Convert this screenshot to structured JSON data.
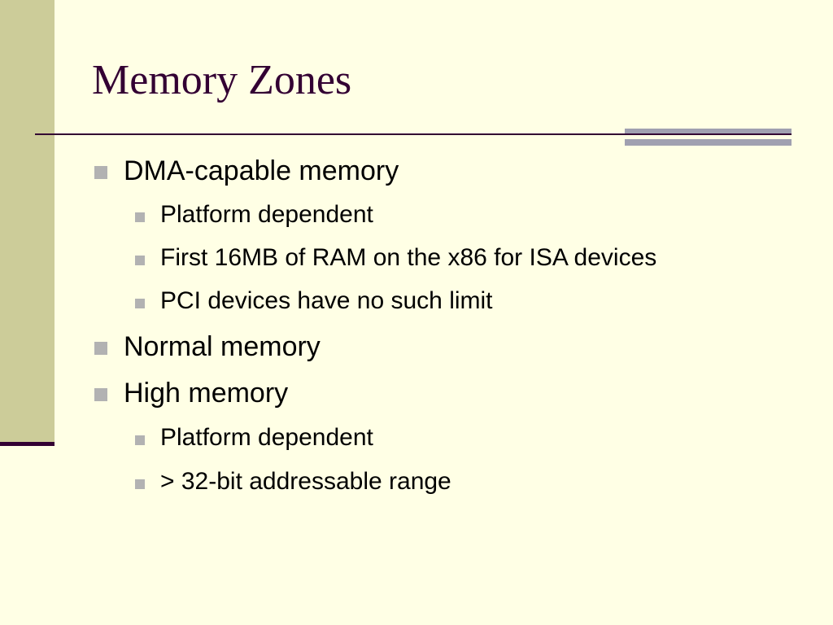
{
  "slide": {
    "title": "Memory Zones",
    "bullets": [
      {
        "level": 1,
        "text": "DMA-capable memory"
      },
      {
        "level": 2,
        "text": "Platform dependent"
      },
      {
        "level": 2,
        "text": "First 16MB of RAM on the x86 for ISA devices"
      },
      {
        "level": 2,
        "text": "PCI devices have no such limit"
      },
      {
        "level": 1,
        "text": "Normal memory"
      },
      {
        "level": 1,
        "text": "High memory"
      },
      {
        "level": 2,
        "text": "Platform dependent"
      },
      {
        "level": 2,
        "text": "> 32-bit addressable range"
      }
    ]
  },
  "colors": {
    "background": "#FFFFE5",
    "band": "#CCCC99",
    "title": "#330033",
    "rule": "#330033",
    "accent": "#A0A0B0",
    "bullet_marker": "#B2B2B2",
    "text": "#000000"
  }
}
